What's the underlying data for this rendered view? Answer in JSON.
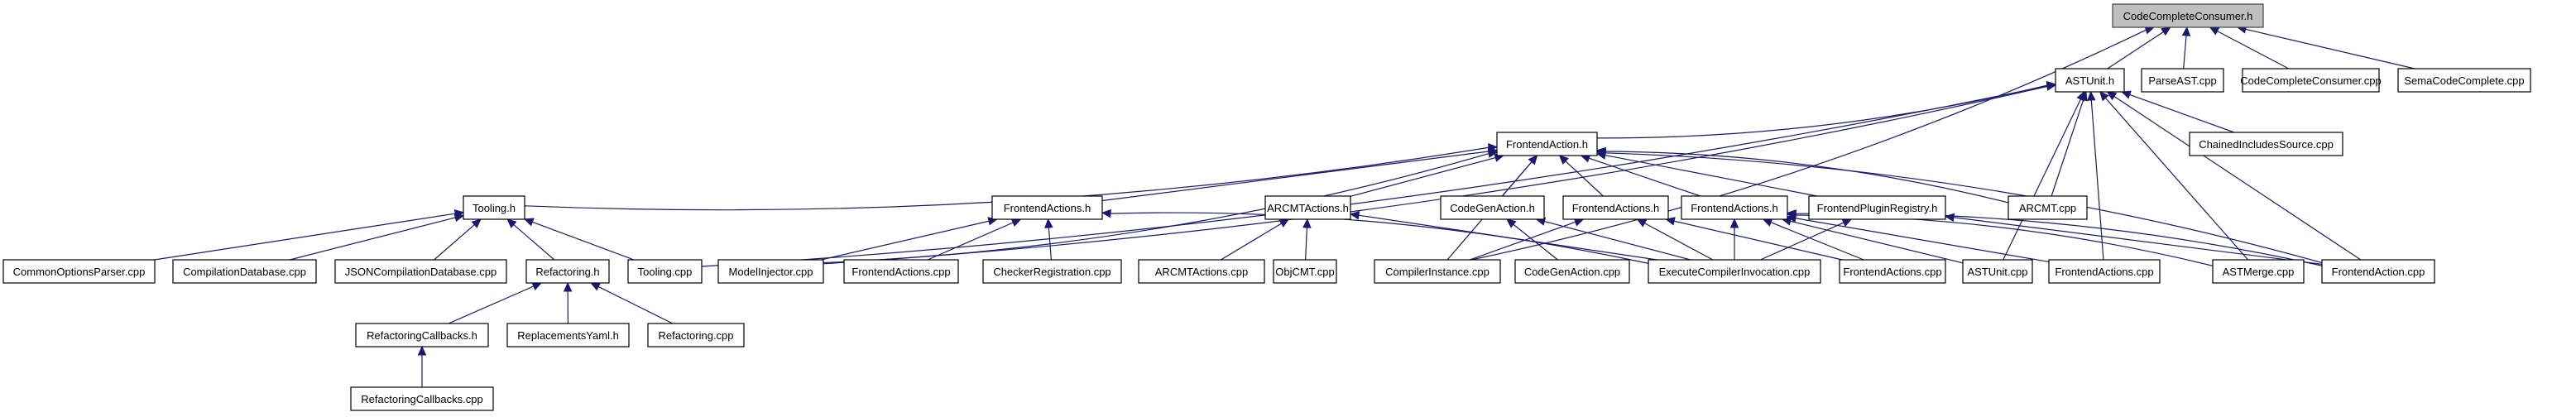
{
  "title": "CodeCompleteConsumer.h include dependency graph",
  "colors": {
    "edge": "#191970",
    "root_fill": "#bfbfbf",
    "node_fill": "#ffffff",
    "node_border": "#000000"
  },
  "nodes": [
    {
      "id": "ccc_h",
      "label": "CodeCompleteConsumer.h",
      "root": true
    },
    {
      "id": "astunit_h",
      "label": "ASTUnit.h"
    },
    {
      "id": "parseast_cpp",
      "label": "ParseAST.cpp"
    },
    {
      "id": "ccc_cpp",
      "label": "CodeCompleteConsumer.cpp"
    },
    {
      "id": "semacc_cpp",
      "label": "SemaCodeComplete.cpp"
    },
    {
      "id": "feaction_h",
      "label": "FrontendAction.h"
    },
    {
      "id": "chained_cpp",
      "label": "ChainedIncludesSource.cpp"
    },
    {
      "id": "tooling_h",
      "label": "Tooling.h"
    },
    {
      "id": "feactions_h_sa",
      "label": "FrontendActions.h"
    },
    {
      "id": "arcmtactions_h",
      "label": "ARCMTActions.h"
    },
    {
      "id": "codegenaction_h",
      "label": "CodeGenAction.h"
    },
    {
      "id": "feactions_h_rw",
      "label": "FrontendActions.h"
    },
    {
      "id": "feactions_h_fe",
      "label": "FrontendActions.h"
    },
    {
      "id": "feplugin_h",
      "label": "FrontendPluginRegistry.h"
    },
    {
      "id": "arcmt_cpp",
      "label": "ARCMT.cpp"
    },
    {
      "id": "commonopts_cpp",
      "label": "CommonOptionsParser.cpp"
    },
    {
      "id": "compdb_cpp",
      "label": "CompilationDatabase.cpp"
    },
    {
      "id": "jsoncompdb_cpp",
      "label": "JSONCompilationDatabase.cpp"
    },
    {
      "id": "refactoring_h",
      "label": "Refactoring.h"
    },
    {
      "id": "tooling_cpp",
      "label": "Tooling.cpp"
    },
    {
      "id": "modelinj_cpp",
      "label": "ModelInjector.cpp"
    },
    {
      "id": "feactions_cpp_sa",
      "label": "FrontendActions.cpp"
    },
    {
      "id": "checkerreg_cpp",
      "label": "CheckerRegistration.cpp"
    },
    {
      "id": "arcmtactions_cpp",
      "label": "ARCMTActions.cpp"
    },
    {
      "id": "objcmt_cpp",
      "label": "ObjCMT.cpp"
    },
    {
      "id": "compinst_cpp",
      "label": "CompilerInstance.cpp"
    },
    {
      "id": "codegenaction_cpp",
      "label": "CodeGenAction.cpp"
    },
    {
      "id": "execci_cpp",
      "label": "ExecuteCompilerInvocation.cpp"
    },
    {
      "id": "feactions_cpp_rw",
      "label": "FrontendActions.cpp"
    },
    {
      "id": "astunit_cpp",
      "label": "ASTUnit.cpp"
    },
    {
      "id": "feactions_cpp_fe",
      "label": "FrontendActions.cpp"
    },
    {
      "id": "astmerge_cpp",
      "label": "ASTMerge.cpp"
    },
    {
      "id": "feaction_cpp",
      "label": "FrontendAction.cpp"
    },
    {
      "id": "refcb_h",
      "label": "RefactoringCallbacks.h"
    },
    {
      "id": "replyaml_h",
      "label": "ReplacementsYaml.h"
    },
    {
      "id": "refactoring_cpp",
      "label": "Refactoring.cpp"
    },
    {
      "id": "refcb_cpp",
      "label": "RefactoringCallbacks.cpp"
    }
  ],
  "edges": [
    [
      "astunit_h",
      "ccc_h"
    ],
    [
      "parseast_cpp",
      "ccc_h"
    ],
    [
      "ccc_cpp",
      "ccc_h"
    ],
    [
      "semacc_cpp",
      "ccc_h"
    ],
    [
      "compinst_cpp",
      "ccc_h"
    ],
    [
      "feaction_h",
      "astunit_h"
    ],
    [
      "chained_cpp",
      "astunit_h"
    ],
    [
      "arcmt_cpp",
      "astunit_h"
    ],
    [
      "astunit_cpp",
      "astunit_h"
    ],
    [
      "feactions_cpp_fe",
      "astunit_h"
    ],
    [
      "astmerge_cpp",
      "astunit_h"
    ],
    [
      "feaction_cpp",
      "astunit_h"
    ],
    [
      "tooling_cpp",
      "astunit_h"
    ],
    [
      "modelinj_cpp",
      "astunit_h"
    ],
    [
      "tooling_h",
      "feaction_h"
    ],
    [
      "feactions_h_sa",
      "feaction_h"
    ],
    [
      "arcmtactions_h",
      "feaction_h"
    ],
    [
      "codegenaction_h",
      "feaction_h"
    ],
    [
      "feactions_h_rw",
      "feaction_h"
    ],
    [
      "feactions_h_fe",
      "feaction_h"
    ],
    [
      "feplugin_h",
      "feaction_h"
    ],
    [
      "arcmt_cpp",
      "feaction_h"
    ],
    [
      "modelinj_cpp",
      "feaction_h"
    ],
    [
      "compinst_cpp",
      "feaction_h"
    ],
    [
      "feaction_cpp",
      "feaction_h"
    ],
    [
      "commonopts_cpp",
      "tooling_h"
    ],
    [
      "compdb_cpp",
      "tooling_h"
    ],
    [
      "jsoncompdb_cpp",
      "tooling_h"
    ],
    [
      "refactoring_h",
      "tooling_h"
    ],
    [
      "tooling_cpp",
      "tooling_h"
    ],
    [
      "modelinj_cpp",
      "feactions_h_sa"
    ],
    [
      "feactions_cpp_sa",
      "feactions_h_sa"
    ],
    [
      "checkerreg_cpp",
      "feactions_h_sa"
    ],
    [
      "execci_cpp",
      "feactions_h_sa"
    ],
    [
      "arcmtactions_cpp",
      "arcmtactions_h"
    ],
    [
      "objcmt_cpp",
      "arcmtactions_h"
    ],
    [
      "execci_cpp",
      "arcmtactions_h"
    ],
    [
      "codegenaction_cpp",
      "codegenaction_h"
    ],
    [
      "execci_cpp",
      "codegenaction_h"
    ],
    [
      "execci_cpp",
      "feactions_h_rw"
    ],
    [
      "feactions_cpp_rw",
      "feactions_h_rw"
    ],
    [
      "compinst_cpp",
      "feactions_h_rw"
    ],
    [
      "execci_cpp",
      "feactions_h_fe"
    ],
    [
      "feactions_cpp_rw",
      "feactions_h_fe"
    ],
    [
      "astunit_cpp",
      "feactions_h_fe"
    ],
    [
      "feactions_cpp_fe",
      "feactions_h_fe"
    ],
    [
      "astmerge_cpp",
      "feactions_h_fe"
    ],
    [
      "feaction_cpp",
      "feactions_h_fe"
    ],
    [
      "execci_cpp",
      "feplugin_h"
    ],
    [
      "feaction_cpp",
      "feplugin_h"
    ],
    [
      "refcb_h",
      "refactoring_h"
    ],
    [
      "replyaml_h",
      "refactoring_h"
    ],
    [
      "refactoring_cpp",
      "refactoring_h"
    ],
    [
      "refcb_cpp",
      "refcb_h"
    ]
  ]
}
